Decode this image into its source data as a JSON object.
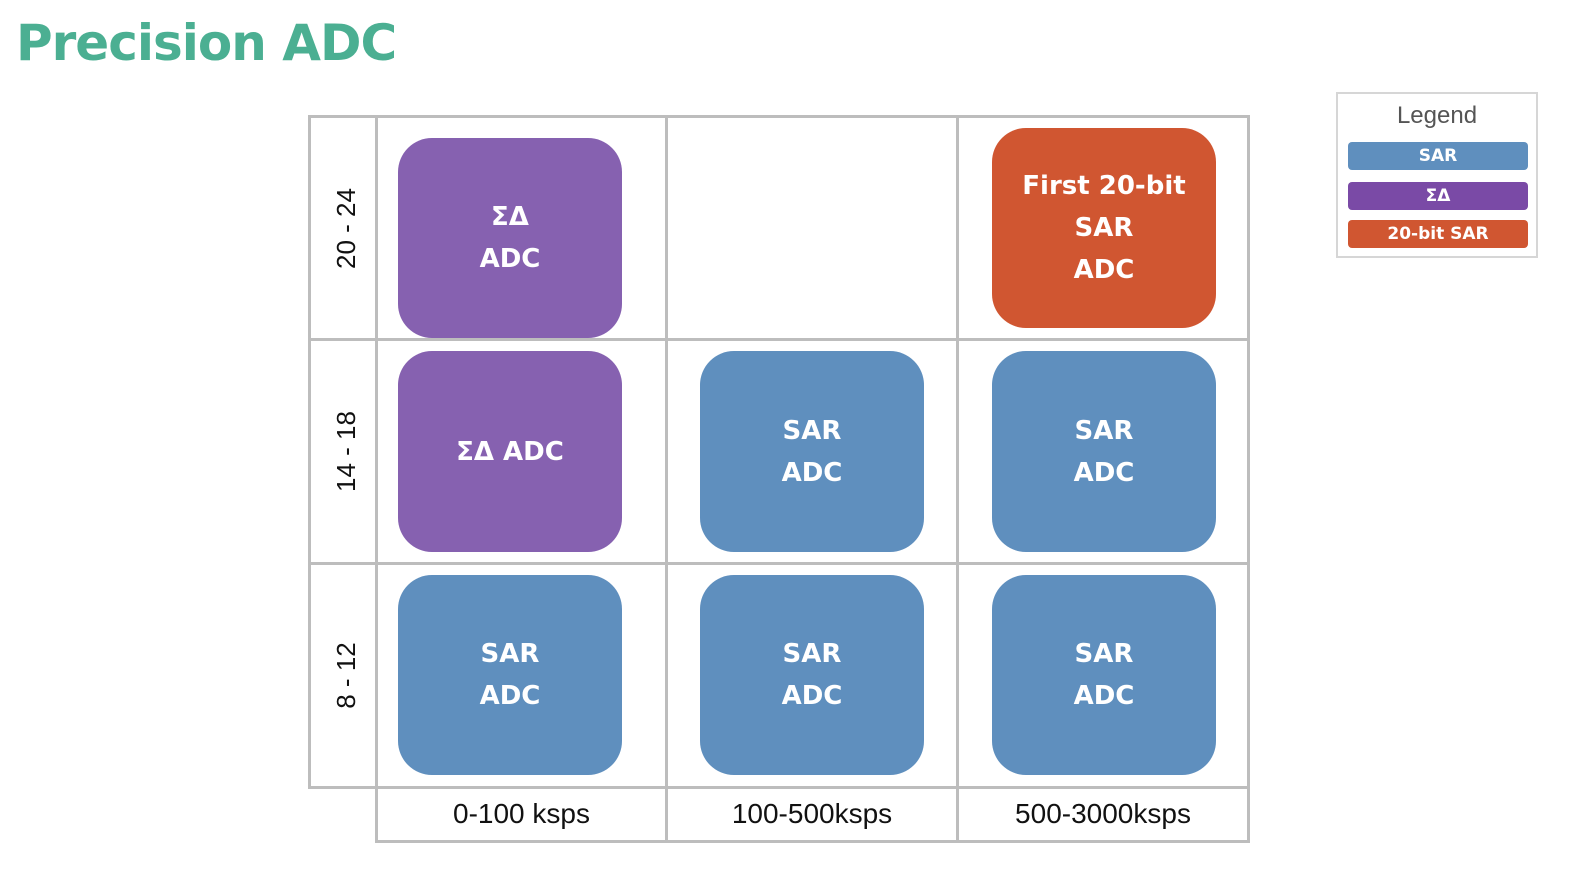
{
  "title": "Precision ADC",
  "colors": {
    "title": "#4baf92",
    "sar": "#5f8fbe",
    "sigma_delta": "#8661b0",
    "sar_20bit": "#d05631"
  },
  "rows": [
    {
      "label": "20 - 24"
    },
    {
      "label": "14 - 18"
    },
    {
      "label": "8 - 12"
    }
  ],
  "columns": [
    {
      "label": "0-100 ksps"
    },
    {
      "label": "100-500ksps"
    },
    {
      "label": "500-3000ksps"
    }
  ],
  "cells": {
    "r1c1": {
      "label": "ΣΔ\nADC",
      "kind": "sigma_delta"
    },
    "r1c3": {
      "label": "First 20-bit\nSAR\nADC",
      "kind": "sar_20bit"
    },
    "r2c1": {
      "label": "ΣΔ  ADC",
      "kind": "sigma_delta"
    },
    "r2c2": {
      "label": "SAR\nADC",
      "kind": "sar"
    },
    "r2c3": {
      "label": "SAR\nADC",
      "kind": "sar"
    },
    "r3c1": {
      "label": "SAR\nADC",
      "kind": "sar"
    },
    "r3c2": {
      "label": "SAR\nADC",
      "kind": "sar"
    },
    "r3c3": {
      "label": "SAR\nADC",
      "kind": "sar"
    }
  },
  "legend": {
    "title": "Legend",
    "items": [
      {
        "label": "SAR",
        "color": "#5f8fbe"
      },
      {
        "label": "ΣΔ",
        "color": "#7a4aa6"
      },
      {
        "label": "20-bit SAR",
        "color": "#d05631"
      }
    ]
  }
}
